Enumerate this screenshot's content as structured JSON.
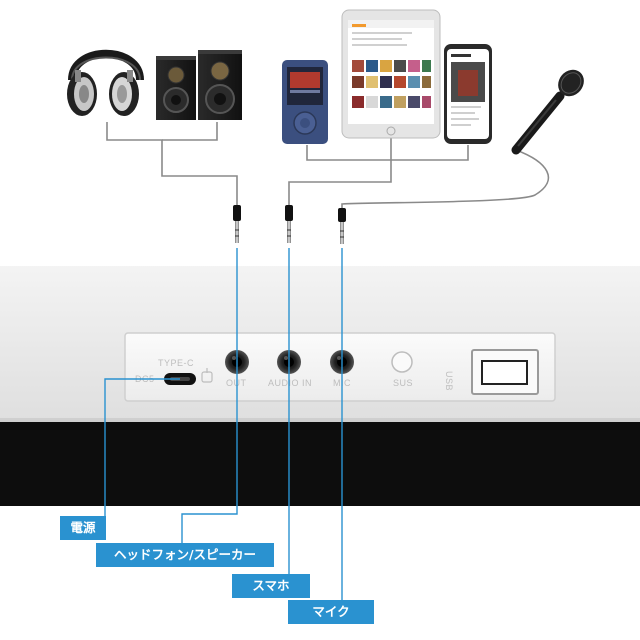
{
  "connections": [
    {
      "id": "power",
      "label": "電源"
    },
    {
      "id": "out",
      "label": "ヘッドフォン/スピーカー"
    },
    {
      "id": "audio_in",
      "label": "スマホ"
    },
    {
      "id": "mic",
      "label": "マイク"
    }
  ],
  "panel": {
    "dc_label": "DC5",
    "typec_label": "TYPE-C",
    "out_label": "OUT",
    "audio_in_label": "AUDIO IN",
    "mic_label": "MIC",
    "sus_label": "SUS",
    "usb_label": "USB"
  },
  "devices": [
    "headphone-icon",
    "speakers-icon",
    "music-player-icon",
    "tablet-icon",
    "smartphone-icon",
    "microphone-icon"
  ],
  "colors": {
    "accent": "#2a92d0",
    "cable": "#8a8a8a",
    "body": "#e9e9e9",
    "keys": "#111111"
  }
}
